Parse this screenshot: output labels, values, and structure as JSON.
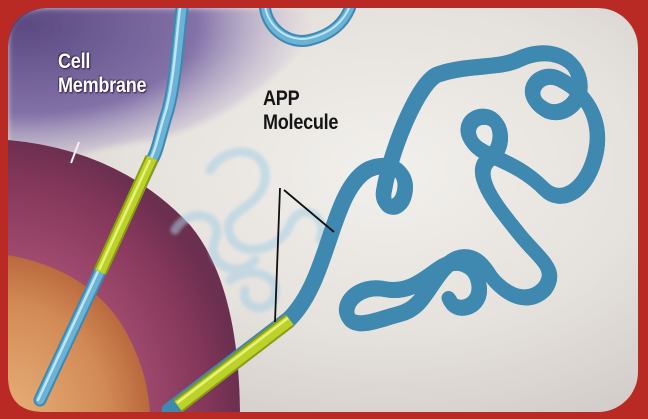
{
  "labels": {
    "cell_membrane": [
      "Cell",
      "Membrane"
    ],
    "app_molecule": [
      "APP",
      "Molecule"
    ]
  },
  "colors": {
    "frame": "#b82a23",
    "background": "#e9e6e3",
    "membrane_purple": "#6e5a99",
    "membrane_band": "#8d3e5f",
    "cytoplasm": "#d69460",
    "protein_blue": "#6ab2d6",
    "protein_highlight": "#bfe6f6",
    "transmembrane_segment": "#bcd22a",
    "pointer_line": "#111111"
  }
}
